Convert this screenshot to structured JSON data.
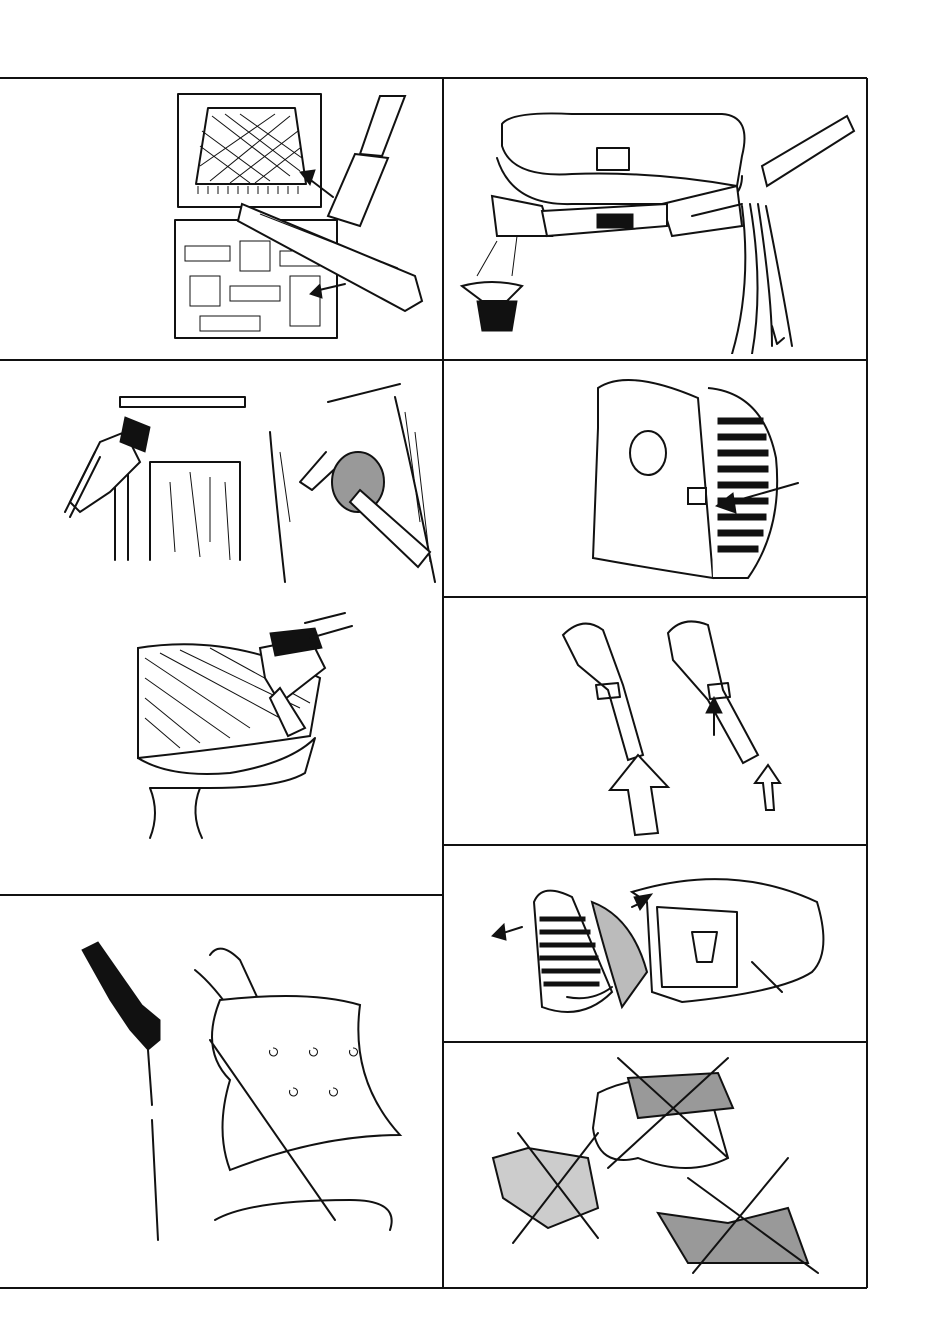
{
  "page": {
    "background": "#ffffff",
    "ink": "#111111"
  },
  "panels": [
    {
      "id": "floor-nozzle",
      "icon": "floor-nozzle-carpet-floor-icon"
    },
    {
      "id": "accessory-belt",
      "icon": "accessory-belt-icon"
    },
    {
      "id": "dusting-brushes",
      "icon": "dusting-brush-icon"
    },
    {
      "id": "cord-button",
      "icon": "cord-rewind-button-icon"
    },
    {
      "id": "upholstery-brush",
      "icon": "upholstery-brush-icon"
    },
    {
      "id": "suction-regulator",
      "icon": "suction-regulator-icon"
    },
    {
      "id": "extension-tubes",
      "icon": "extension-tube-icon"
    },
    {
      "id": "filter-grille",
      "icon": "filter-grille-icon"
    },
    {
      "id": "prohibited-uses",
      "icon": "prohibited-use-cross-icon"
    }
  ]
}
